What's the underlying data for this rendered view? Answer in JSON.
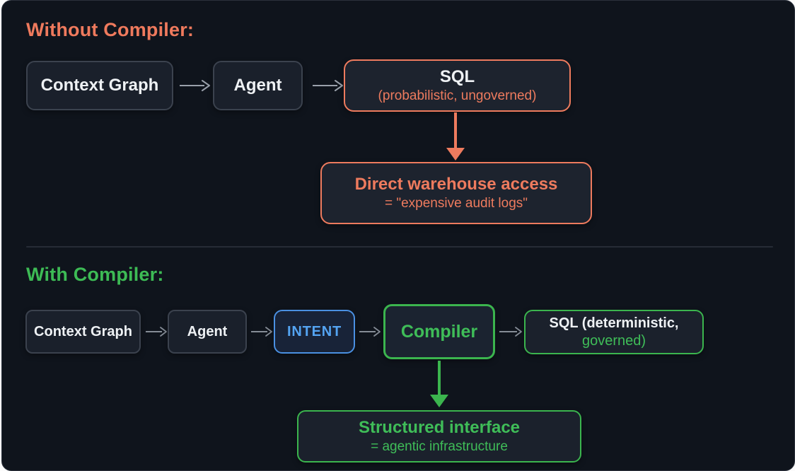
{
  "colors": {
    "card_background": "#0f141c",
    "node_background": "#1a202b",
    "node_border": "#3b424e",
    "orange_accent": "#ee7b5e",
    "green_accent": "#3dbb55",
    "blue_accent": "#54a4f2",
    "arrow_gray": "#99a0aa"
  },
  "section_without": {
    "heading": "Without Compiler:",
    "node_context_graph": "Context Graph",
    "node_agent": "Agent",
    "sql_title": "SQL",
    "sql_subtitle": "(probabilistic, ungoverned)",
    "result_title": "Direct warehouse access",
    "result_subtitle": "= \"expensive audit logs\""
  },
  "section_with": {
    "heading": "With Compiler:",
    "node_context_graph": "Context Graph",
    "node_agent": "Agent",
    "node_intent": "INTENT",
    "node_compiler": "Compiler",
    "sql_title": "SQL (deterministic,",
    "sql_subtitle": "governed)",
    "result_title": "Structured interface",
    "result_subtitle": "= agentic infrastructure"
  }
}
